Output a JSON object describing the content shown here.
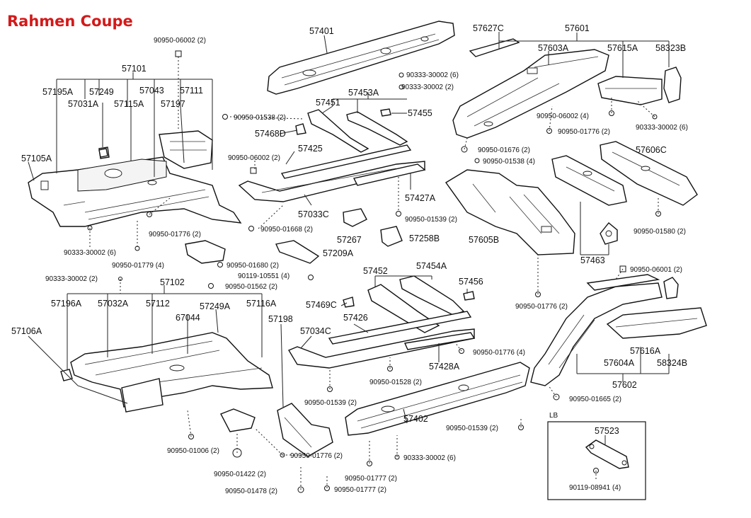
{
  "title": "Rahmen Coupe",
  "parts": {
    "p57401": "57401",
    "p57627C": "57627C",
    "p57601": "57601",
    "p57603A": "57603A",
    "p57615A": "57615A",
    "p58323B": "58323B",
    "f90950_06002_top": "90950-06002 (2)",
    "p57101": "57101",
    "p57195A": "57195A",
    "p57249": "57249",
    "p57043": "57043",
    "p57111": "57111",
    "p57031A": "57031A",
    "p57115A": "57115A",
    "p57197": "57197",
    "p57105A": "57105A",
    "f90333_30002_6_top": "90333-30002 (6)",
    "f90333_30002_2_top": "90333-30002 (2)",
    "p57453A": "57453A",
    "p57451": "57451",
    "p57455": "57455",
    "f90950_01538_2": "90950-01538 (2)",
    "p57468D": "57468D",
    "f90950_06002_mid": "90950-06002 (2)",
    "p57425": "57425",
    "p57427A": "57427A",
    "p57033C": "57033C",
    "p57267": "57267",
    "p57258B": "57258B",
    "f90950_01539_a": "90950-01539 (2)",
    "f90950_01776_2a": "90950-01776 (2)",
    "f90950_01668_2": "90950-01668 (2)",
    "f90333_30002_6_left": "90333-30002 (6)",
    "f90950_01779_4": "90950-01779 (4)",
    "p57209A": "57209A",
    "f90950_01680_2": "90950-01680 (2)",
    "f90119_10551_4": "90119-10551 (4)",
    "f90950_01562_2": "90950-01562 (2)",
    "f90333_30002_2_left": "90333-30002 (2)",
    "f90950_06002_4": "90950-06002 (4)",
    "f90950_01776_2b": "90950-01776 (2)",
    "f90333_30002_6_right": "90333-30002 (6)",
    "f90950_01676_2": "90950-01676 (2)",
    "f90950_01538_4": "90950-01538 (4)",
    "p57606C": "57606C",
    "p57605B": "57605B",
    "p57463": "57463",
    "f90950_01580_2": "90950-01580 (2)",
    "f90950_06001_2": "90950-06001 (2)",
    "p57102": "57102",
    "p57196A": "57196A",
    "p57032A": "57032A",
    "p57112": "57112",
    "p67044": "67044",
    "p57249A": "57249A",
    "p57116A": "57116A",
    "p57198": "57198",
    "p57106A": "57106A",
    "p57452": "57452",
    "p57454A": "57454A",
    "p57456": "57456",
    "p57469C": "57469C",
    "p57426": "57426",
    "p57034C": "57034C",
    "f90950_01776_4": "90950-01776 (4)",
    "p57428A": "57428A",
    "f90950_01528_2": "90950-01528 (2)",
    "f90950_01776_2c": "90950-01776 (2)",
    "p57616A": "57616A",
    "p57604A": "57604A",
    "p58324B": "58324B",
    "p57602": "57602",
    "f90950_01665_2": "90950-01665 (2)",
    "f90950_01539_b": "90950-01539 (2)",
    "p57402": "57402",
    "f90950_01539_c": "90950-01539 (2)",
    "f90950_01006_2": "90950-01006 (2)",
    "f90950_01422_2": "90950-01422 (2)",
    "f90950_01776_2d": "90950-01776 (2)",
    "f90333_30002_6_bot": "90333-30002 (6)",
    "f90950_01777_2a": "90950-01777 (2)",
    "f90950_01478_2": "90950-01478 (2)",
    "f90950_01777_2b": "90950-01777 (2)",
    "lb_label": "LB",
    "p57523": "57523",
    "f90119_08941_4": "90119-08941 (4)"
  }
}
